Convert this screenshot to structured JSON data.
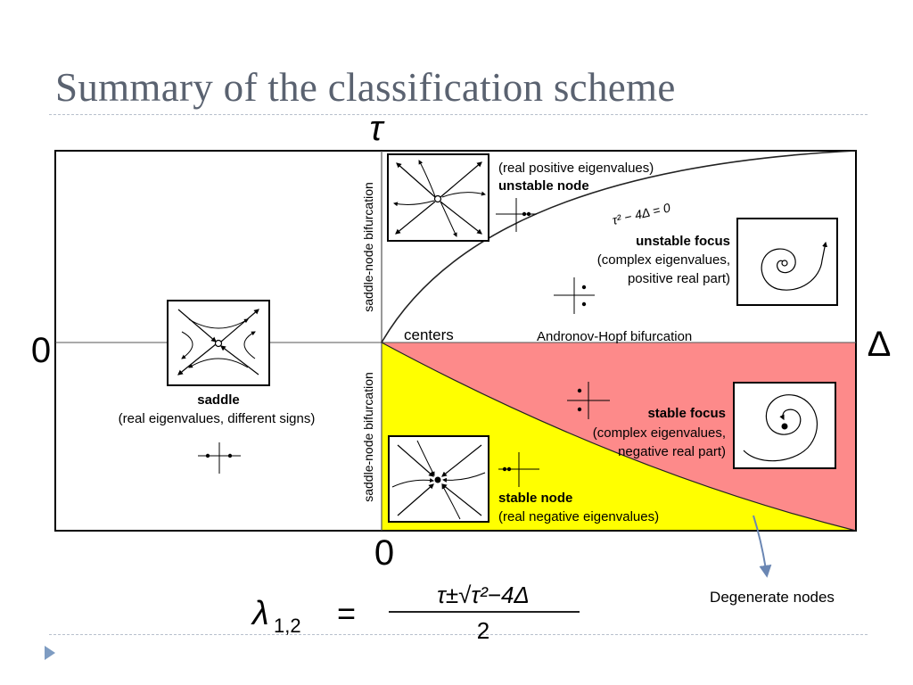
{
  "title": "Summary of the classification scheme",
  "axes": {
    "y_label": "τ",
    "x_label": "Δ",
    "left_zero": "0",
    "bottom_zero": "0"
  },
  "bifurcations": {
    "upper_saddle_node": "saddle-node bifurcation",
    "lower_saddle_node": "saddle-node bifurcation",
    "hopf": "Andronov-Hopf bifurcation",
    "centers": "centers",
    "parabola": "τ² − 4Δ = 0"
  },
  "regions": {
    "saddle": {
      "name": "saddle",
      "desc": "(real eigenvalues, different signs)"
    },
    "unstable_node": {
      "name": "unstable node",
      "desc": "(real positive eigenvalues)"
    },
    "unstable_focus": {
      "name": "unstable focus",
      "desc1": "(complex eigenvalues,",
      "desc2": "positive real part)"
    },
    "stable_focus": {
      "name": "stable focus",
      "desc1": "(complex eigenvalues,",
      "desc2": "negative real part)"
    },
    "stable_node": {
      "name": "stable node",
      "desc": "(real negative eigenvalues)"
    }
  },
  "degenerate_label": "Degenerate nodes",
  "formula": {
    "lhs": "λ",
    "sub": "1,2",
    "eq": "=",
    "numerator": "τ±√τ²−4Δ",
    "denominator": "2"
  },
  "colors": {
    "title": "#5a6270",
    "stable_focus_region": "#fd8a8a",
    "stable_node_region": "#ffff00",
    "arrow": "#6a86b3",
    "bullet": "#7e9cc2"
  }
}
